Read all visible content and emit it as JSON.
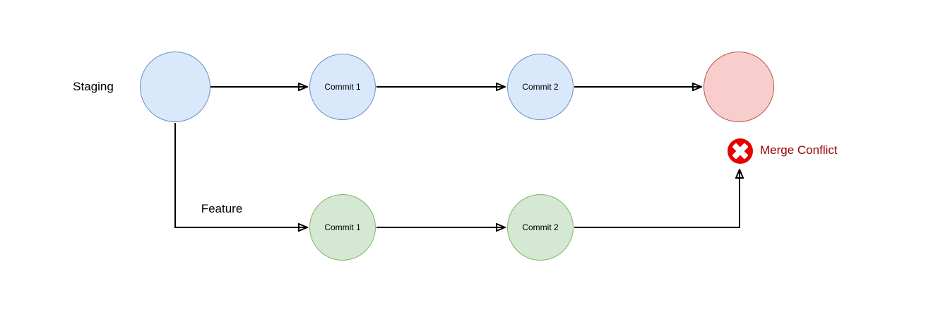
{
  "diagram": {
    "type": "git-branch-merge-conflict-flowchart",
    "branches": {
      "staging": {
        "label": "Staging"
      },
      "feature": {
        "label": "Feature"
      }
    },
    "nodes": {
      "staging_start": {
        "label": "",
        "branch": "staging",
        "shape": "circle"
      },
      "staging_commit1": {
        "label": "Commit 1",
        "branch": "staging",
        "shape": "circle"
      },
      "staging_commit2": {
        "label": "Commit 2",
        "branch": "staging",
        "shape": "circle"
      },
      "conflict_node": {
        "label": "",
        "branch": "staging",
        "shape": "circle"
      },
      "feature_commit1": {
        "label": "Commit 1",
        "branch": "feature",
        "shape": "circle"
      },
      "feature_commit2": {
        "label": "Commit 2",
        "branch": "feature",
        "shape": "circle"
      }
    },
    "connectors": [
      {
        "from": "staging_start",
        "to": "staging_commit1",
        "style": "arrow"
      },
      {
        "from": "staging_commit1",
        "to": "staging_commit2",
        "style": "arrow"
      },
      {
        "from": "staging_commit2",
        "to": "conflict_node",
        "style": "arrow"
      },
      {
        "from": "staging_start",
        "to": "feature_commit1",
        "style": "arrow-elbow",
        "label": "Feature"
      },
      {
        "from": "feature_commit1",
        "to": "feature_commit2",
        "style": "arrow"
      },
      {
        "from": "feature_commit2",
        "to": "error_icon",
        "style": "arrow-elbow"
      }
    ],
    "annotation": {
      "label": "Merge Conflict",
      "icon": "error-x-icon"
    },
    "colors": {
      "staging_node_fill": "#dae8fc",
      "staging_node_stroke": "#6c8ebf",
      "feature_node_fill": "#d5e8d4",
      "feature_node_stroke": "#82b366",
      "conflict_node_fill": "#f8cecc",
      "conflict_node_stroke": "#b85450",
      "error_icon_fill": "#e60000",
      "error_icon_x": "#ffffff",
      "conflict_text": "#990000",
      "connector_stroke": "#000000",
      "background": "#ffffff"
    }
  }
}
